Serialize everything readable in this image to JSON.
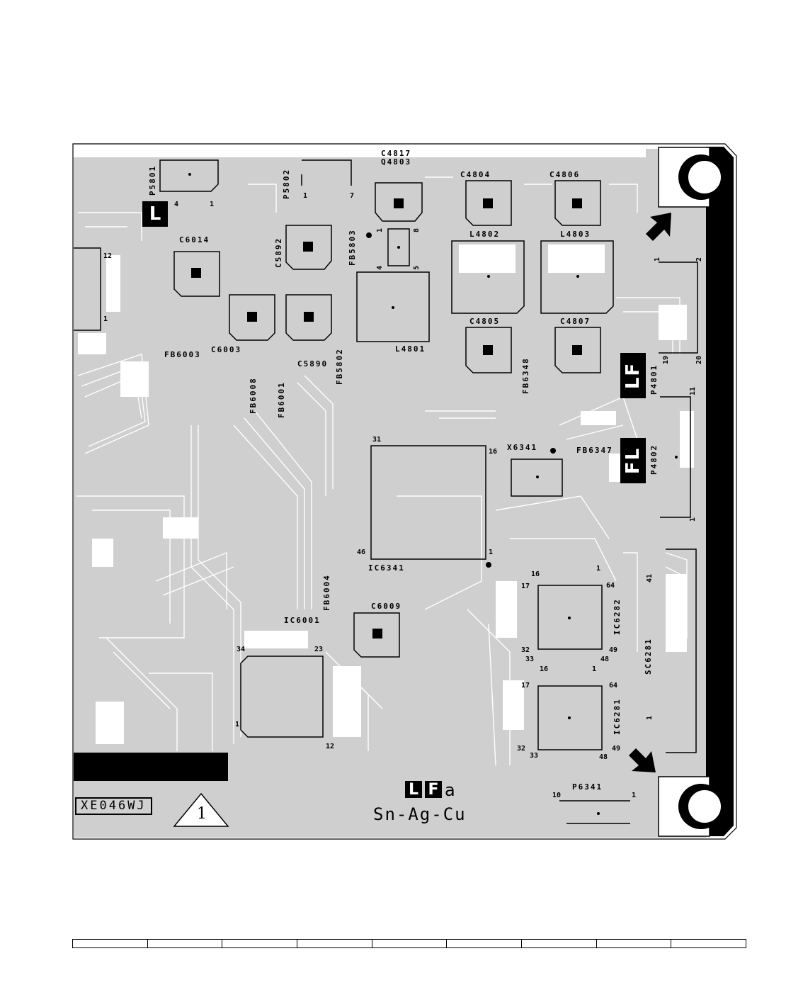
{
  "colors": {
    "board": "#cfcfcf",
    "trace": "#ffffff",
    "ink": "#000000"
  },
  "board_code": "XE046WJ",
  "revision_mark": "1",
  "alloy_text": "Sn-Ag-Cu",
  "lf_logo": {
    "l": "L",
    "f": "F",
    "suffix": "a"
  },
  "side_badges": {
    "lf": "LF",
    "fl": "FL",
    "l": "L"
  },
  "components": {
    "p5801": "P5801",
    "p5802": "P5802",
    "c4817": "C4817",
    "q4803": "Q4803",
    "c4804": "C4804",
    "c4806": "C4806",
    "c6014": "C6014",
    "c5892": "C5892",
    "fb5803": "FB5803",
    "l4802": "L4802",
    "l4803": "L4803",
    "c6003": "C6003",
    "c5890": "C5890",
    "fb5802": "FB5802",
    "l4801": "L4801",
    "c4805": "C4805",
    "c4807": "C4807",
    "fb6003": "FB6003",
    "fb6008": "FB6008",
    "fb6001": "FB6001",
    "fb6348": "FB6348",
    "p4801": "P4801",
    "p4802": "P4802",
    "x6341": "X6341",
    "fb6347": "FB6347",
    "ic6341": "IC6341",
    "fb6004": "FB6004",
    "c6009": "C6009",
    "ic6001": "IC6001",
    "ic6282": "IC6282",
    "sc6281": "SC6281",
    "ic6281": "IC6281",
    "p6341": "P6341"
  },
  "pins": {
    "p5801_4": "4",
    "p5801_1": "1",
    "p5802_1": "1",
    "p5802_7": "7",
    "q4803_1": "1",
    "q4803_8": "8",
    "q4803_4": "4",
    "q4803_5": "5",
    "ic_left_12": "12",
    "ic_left_1": "1",
    "p4801_1": "1",
    "p4801_2": "2",
    "p4801_19": "19",
    "p4801_20": "20",
    "p4802_11": "11",
    "p4802_1": "1",
    "ic6341_31": "31",
    "ic6341_16": "16",
    "ic6341_46": "46",
    "ic6341_1": "1",
    "ic6282_16": "16",
    "ic6282_1": "1",
    "ic6282_17": "17",
    "ic6282_64": "64",
    "ic6282_32": "32",
    "ic6282_49": "49",
    "ic6282_33": "33",
    "ic6282_48": "48",
    "sc6281_41": "41",
    "sc6281_1": "1",
    "ic6281_16": "16",
    "ic6281_1": "1",
    "ic6281_17": "17",
    "ic6281_64": "64",
    "ic6281_32": "32",
    "ic6281_49": "49",
    "ic6281_33": "33",
    "ic6281_48": "48",
    "ic6001_34": "34",
    "ic6001_23": "23",
    "ic6001_1": "1",
    "ic6001_12": "12",
    "p6341_10": "10",
    "p6341_1": "1"
  }
}
